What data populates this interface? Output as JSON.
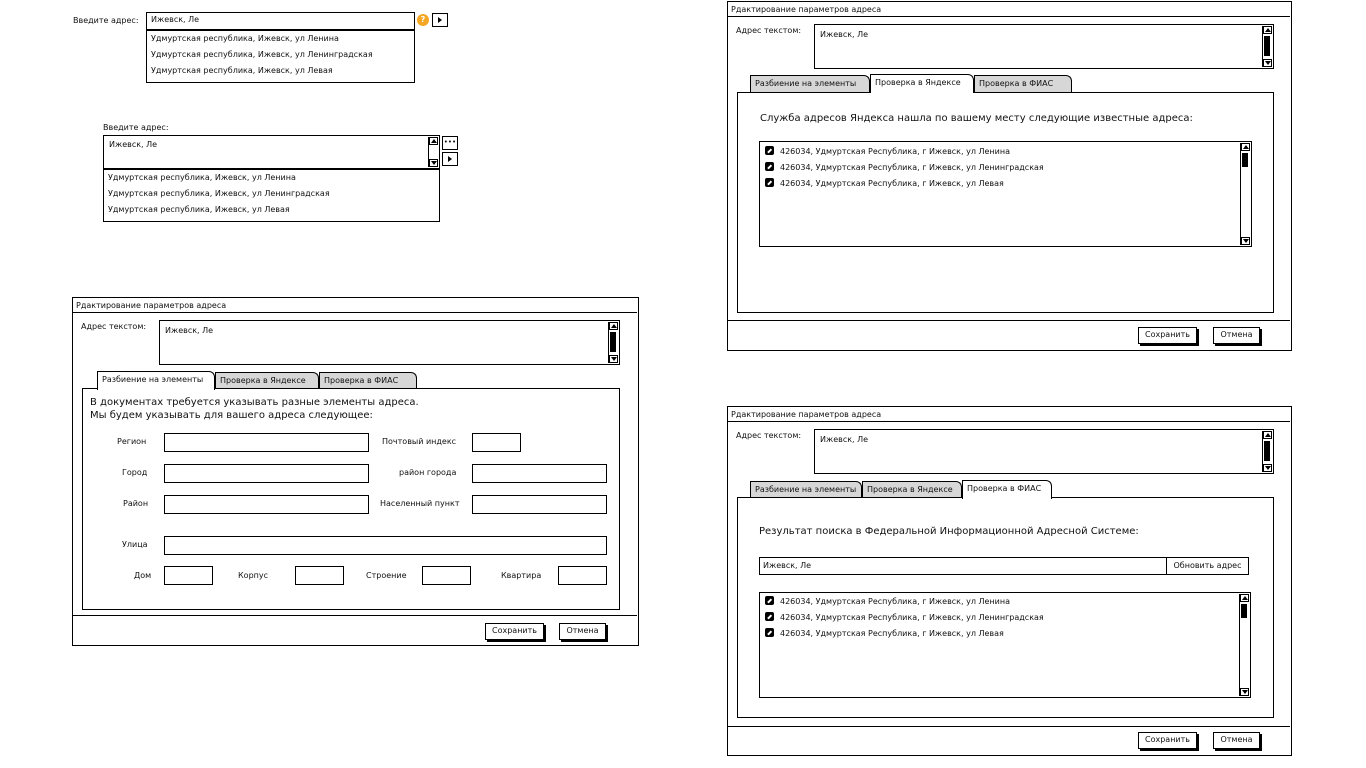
{
  "top_widget": {
    "label": "Введите адрес:",
    "value": "Ижевск, Ле",
    "suggestions": [
      "Удмуртская республика, Ижевск, ул Ленина",
      "Удмуртская республика, Ижевск, ул Ленинградская",
      "Удмуртская республика, Ижевск, ул Левая"
    ]
  },
  "multi_widget": {
    "label": "Введите адрес:",
    "value": "Ижевск, Ле",
    "more_label": "•••",
    "suggestions": [
      "Удмуртская республика, Ижевск, ул Ленина",
      "Удмуртская республика, Ижевск, ул Ленинградская",
      "Удмуртская республика, Ижевск, ул Левая"
    ]
  },
  "dialog": {
    "title": "Рдактирование параметров адреса",
    "address_label": "Адрес текстом:",
    "address_value": "Ижевск, Ле",
    "tabs": [
      "Разбиение на элементы",
      "Проверка в Яндексе",
      "Проверка в ФИАС"
    ],
    "save": "Сохранить",
    "cancel": "Отмена"
  },
  "elements_tab": {
    "intro_line1": "В документах требуется указывать разные элементы адреса.",
    "intro_line2": "Мы будем указывать для вашего адреса следующее:",
    "region": "Регион",
    "postal": "Почтовый индекс",
    "city": "Город",
    "city_district": "район города",
    "district": "Район",
    "locality": "Населенный пункт",
    "street": "Улица",
    "house": "Дом",
    "building": "Корпус",
    "structure": "Строение",
    "apartment": "Квартира"
  },
  "yandex_tab": {
    "intro": "Служба адресов Яндекса нашла по вашему месту следующие известные адреса:",
    "results": [
      "426034, Удмуртская Республика, г Ижевск, ул Ленина",
      "426034, Удмуртская Республика, г Ижевск, ул Ленинградская",
      "426034, Удмуртская Республика, г Ижевск, ул Левая"
    ]
  },
  "fias_tab": {
    "intro": "Результат поиска в Федеральной Информационной Адресной Системе:",
    "search_value": "Ижевск, Ле",
    "refresh": "Обновить адрес",
    "results": [
      "426034, Удмуртская Республика, г Ижевск, ул Ленина",
      "426034, Удмуртская Республика, г Ижевск, ул Ленинградская",
      "426034, Удмуртская Республика, г Ижевск, ул Левая"
    ]
  },
  "colors": {
    "help_icon": "#f5a623",
    "tab_inactive": "#d7d7d7"
  },
  "icons": [
    "help-icon",
    "arrow-right-icon",
    "scroll-up-icon",
    "scroll-down-icon",
    "checkbox-icon",
    "more-icon"
  ]
}
